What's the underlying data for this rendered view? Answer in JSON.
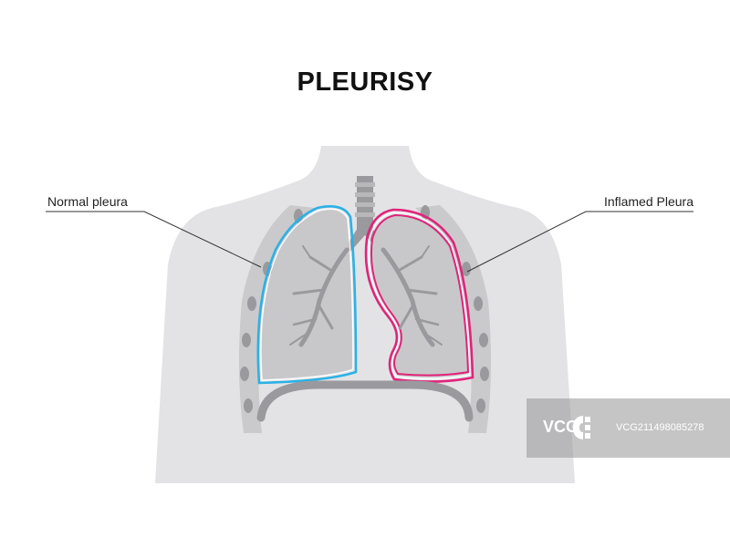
{
  "title": "PLEURISY",
  "labels": {
    "normal": "Normal pleura",
    "inflamed": "Inflamed Pleura"
  },
  "watermark": {
    "brand": "VCG",
    "id": "VCG211498085278"
  },
  "colors": {
    "normal_pleura": "#2bb1e6",
    "inflamed_pleura": "#e0247a",
    "body": "#e3e3e6",
    "lung": "#c8c8ca",
    "bone": "#9a9a9e"
  }
}
